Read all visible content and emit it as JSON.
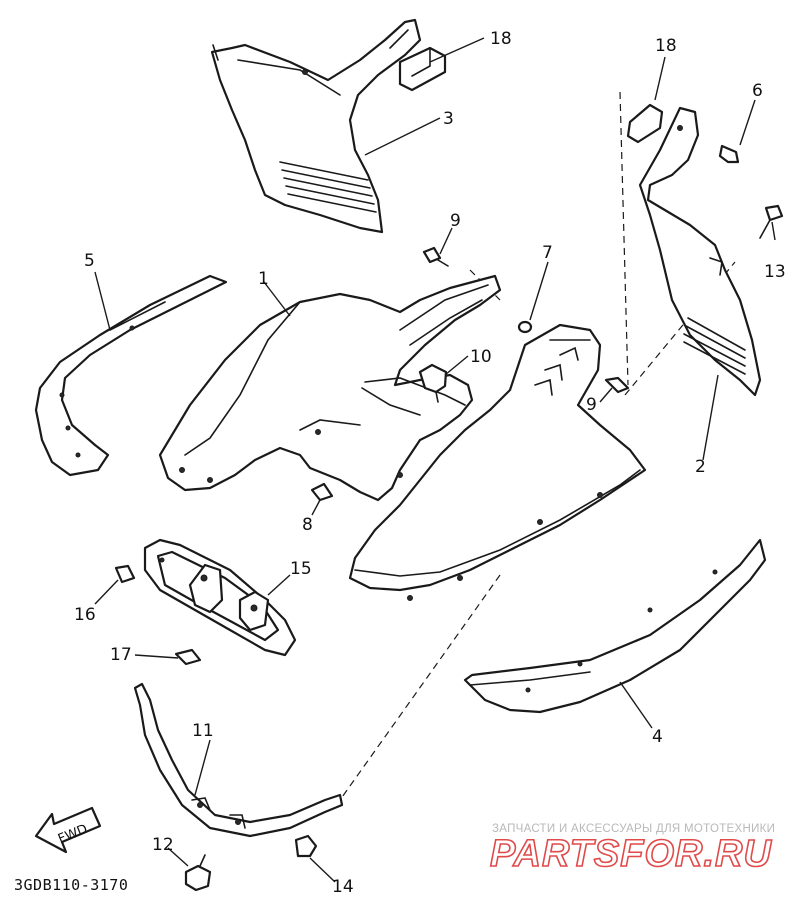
{
  "diagram": {
    "callouts": {
      "c1": "1",
      "c2": "2",
      "c3": "3",
      "c4": "4",
      "c5": "5",
      "c6": "6",
      "c7": "7",
      "c8": "8",
      "c9a": "9",
      "c9b": "9",
      "c10": "10",
      "c11": "11",
      "c12": "12",
      "c13": "13",
      "c14": "14",
      "c15": "15",
      "c16": "16",
      "c17": "17",
      "c18a": "18",
      "c18b": "18"
    },
    "fwd_label": "FWD",
    "drawing_code": "3GDB110-3170"
  },
  "watermark": {
    "tagline": "ЗАПЧАСТИ И АКСЕССУАРЫ ДЛЯ МОТОТЕХНИКИ",
    "brand": "PARTSFOR.RU"
  }
}
